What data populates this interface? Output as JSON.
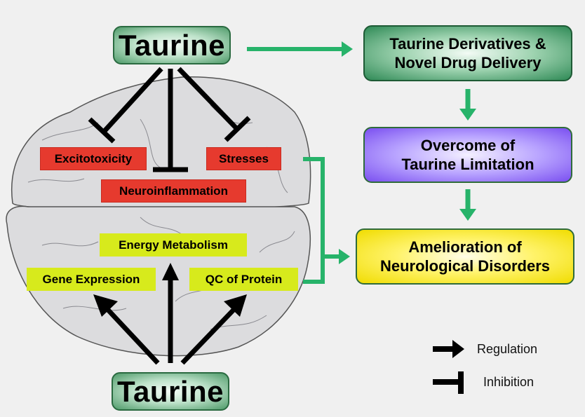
{
  "nodes": {
    "taurine_top": "Taurine",
    "taurine_bottom": "Taurine",
    "derivatives": [
      "Taurine Derivatives &",
      "Novel Drug Delivery"
    ],
    "overcome": [
      "Overcome of",
      "Taurine Limitation"
    ],
    "amelioration": [
      "Amelioration of",
      "Neurological Disorders"
    ]
  },
  "inhibited_targets": {
    "excitotoxicity": "Excitotoxicity",
    "stresses": "Stresses",
    "neuroinflammation": "Neuroinflammation"
  },
  "regulated_targets": {
    "energy_metabolism": "Energy Metabolism",
    "gene_expression": "Gene Expression",
    "qc_of_protein": "QC of Protein"
  },
  "legend": {
    "regulation": "Regulation",
    "inhibition": "Inhibition"
  },
  "colors": {
    "taurine_green": "#4f9b6a",
    "flow_arrow_green": "#27b36a",
    "inhibited_red": "#e63a2e",
    "regulated_lime": "#d7ea1c",
    "overcome_purple": "#7a4ff0",
    "amelioration_yellow": "#f0dc00"
  }
}
